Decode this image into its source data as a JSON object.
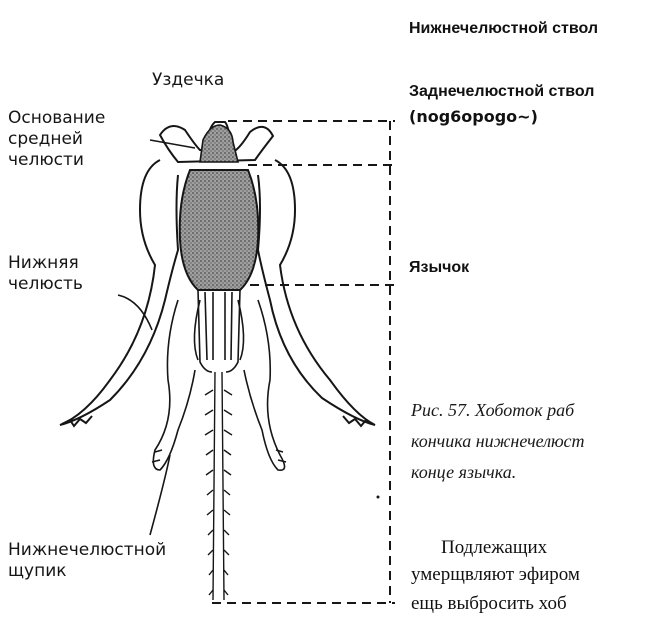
{
  "labels": {
    "frenum": "Уздечка",
    "mentum_base": "Основание\nсредней\nчелюсти",
    "maxilla": "Нижняя\nчелюсть",
    "palp": "Нижнечелюстной\nщупик"
  },
  "right_labels": {
    "maxillary_stipes": "Нижнечелюстной ствол",
    "postmentum_1": "Заднечелюстной ствол",
    "postmentum_2": "(nog6opogo~)",
    "glossa": "Язычок"
  },
  "caption": {
    "line1": "Рис. 57. Хоботок раб",
    "line2": "кончика нижнечелюст",
    "line3": "конце язычка."
  },
  "body": {
    "line1": "Подлежащих",
    "line2": "умерщвляют эфиром",
    "line3": "ещь выбросить хоб"
  },
  "colors": {
    "ink": "#161616",
    "stipple": "#8a8a8a",
    "background": "#ffffff"
  }
}
